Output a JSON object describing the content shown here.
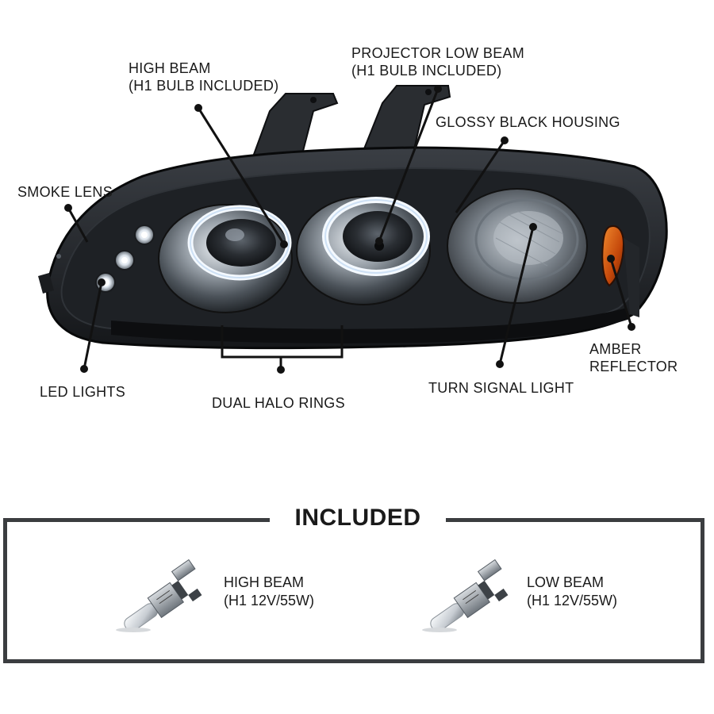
{
  "callouts": {
    "high_beam": {
      "line1": "HIGH BEAM",
      "line2": "(H1 BULB INCLUDED)"
    },
    "projector_low_beam": {
      "line1": "PROJECTOR LOW BEAM",
      "line2": "(H1 BULB INCLUDED)"
    },
    "glossy_black_housing": {
      "line1": "GLOSSY BLACK HOUSING"
    },
    "smoke_lens": {
      "line1": "SMOKE LENS"
    },
    "led_lights": {
      "line1": "LED LIGHTS"
    },
    "dual_halo_rings": {
      "line1": "DUAL HALO RINGS"
    },
    "turn_signal_light": {
      "line1": "TURN SIGNAL LIGHT"
    },
    "amber_reflector": {
      "line1": "AMBER",
      "line2": "REFLECTOR"
    }
  },
  "included": {
    "title": "INCLUDED",
    "bulbs": [
      {
        "line1": "HIGH BEAM",
        "line2": "(H1 12V/55W)"
      },
      {
        "line1": "LOW BEAM",
        "line2": "(H1 12V/55W)"
      }
    ]
  },
  "colors": {
    "housing": "#1b1d21",
    "halo": "#e8f1fb",
    "amber": "#d8590e",
    "frame": "#3b3d40"
  },
  "icons": [
    "headlight-assembly-image",
    "h1-bulb-icon"
  ]
}
